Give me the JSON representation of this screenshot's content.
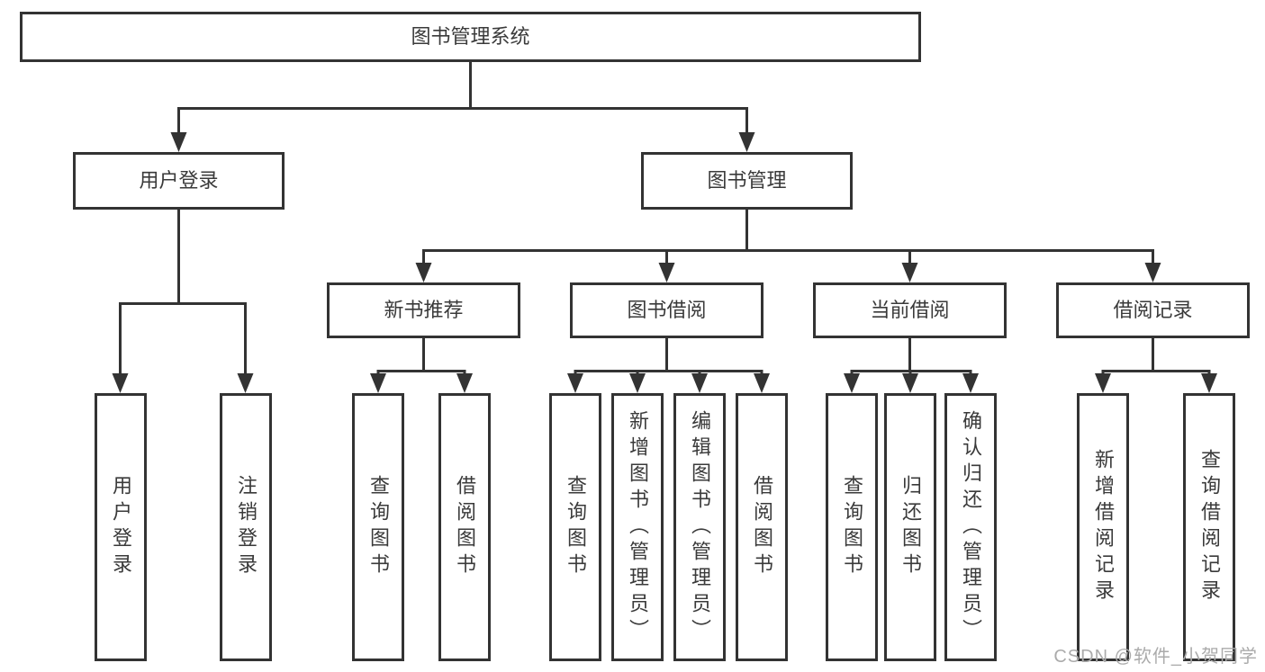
{
  "colors": {
    "line": "#333333",
    "text": "#3a3a3a",
    "box_bg": "#ffffff",
    "watermark": "#ababab"
  },
  "root": {
    "label": "图书管理系统"
  },
  "level2": [
    {
      "label": "用户登录"
    },
    {
      "label": "图书管理"
    }
  ],
  "level3": [
    {
      "label": "新书推荐"
    },
    {
      "label": "图书借阅"
    },
    {
      "label": "当前借阅"
    },
    {
      "label": "借阅记录"
    }
  ],
  "leaves": [
    {
      "label": "用户登录"
    },
    {
      "label": "注销登录"
    },
    {
      "label": "查询图书"
    },
    {
      "label": "借阅图书"
    },
    {
      "label": "查询图书"
    },
    {
      "label": "新增图书（管理员）"
    },
    {
      "label": "编辑图书（管理员）"
    },
    {
      "label": "借阅图书"
    },
    {
      "label": "查询图书"
    },
    {
      "label": "归还图书"
    },
    {
      "label": "确认归还（管理员）"
    },
    {
      "label": "新增借阅记录"
    },
    {
      "label": "查询借阅记录"
    }
  ],
  "watermark": {
    "text": "CSDN @软件_小贺同学"
  }
}
